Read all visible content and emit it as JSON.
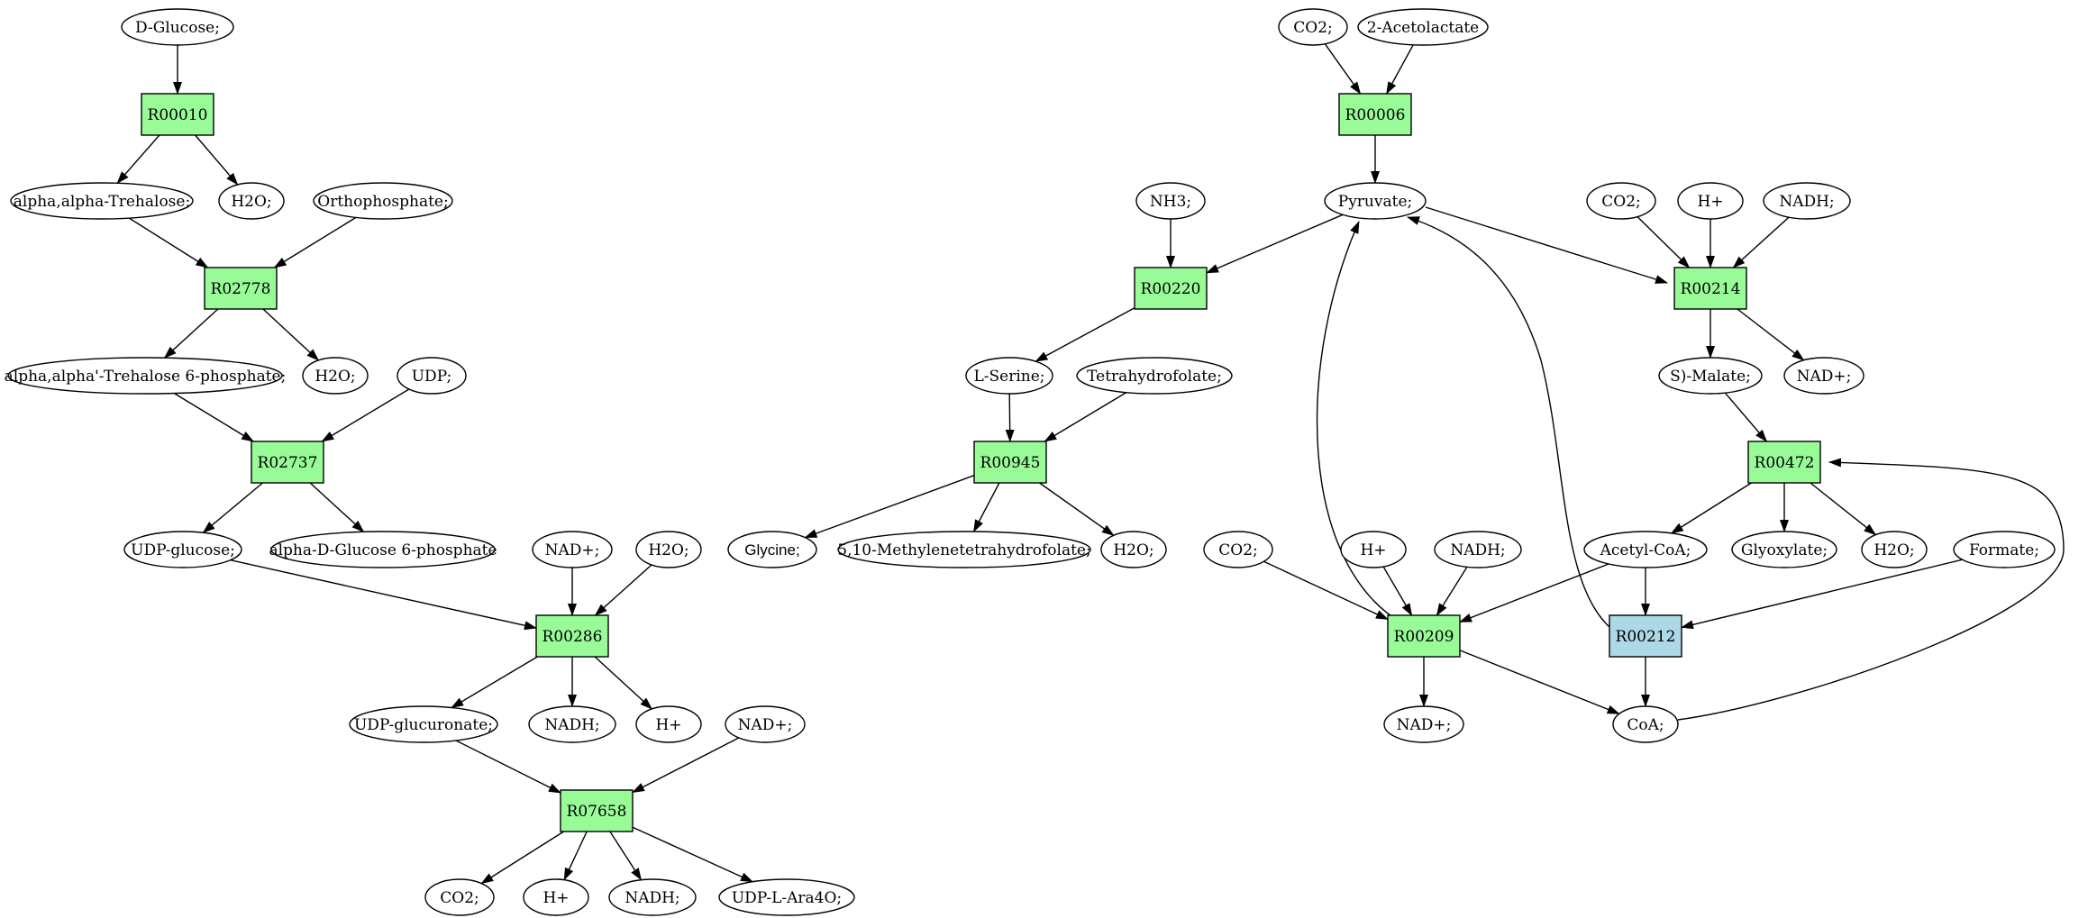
{
  "colors": {
    "reaction": "#98fb98",
    "reaction_alt": "#add8e6",
    "start": "#00ee00",
    "target": "#ffff00",
    "metabolite": "#ffffff"
  },
  "nodes": [
    {
      "id": "glucose",
      "label": "D-Glucose;",
      "shape": "ellipse",
      "fill": "start"
    },
    {
      "id": "r00010",
      "label": "R00010",
      "shape": "box",
      "fill": "reaction"
    },
    {
      "id": "trehalose",
      "label": "alpha,alpha-Trehalose;",
      "shape": "ellipse"
    },
    {
      "id": "h2o_a",
      "label": "H2O;",
      "shape": "ellipse"
    },
    {
      "id": "orthophosphate",
      "label": "Orthophosphate;",
      "shape": "ellipse"
    },
    {
      "id": "r02778",
      "label": "R02778",
      "shape": "box",
      "fill": "reaction"
    },
    {
      "id": "tre6p",
      "label": "alpha,alpha'-Trehalose 6-phosphate;",
      "shape": "ellipse"
    },
    {
      "id": "h2o_b",
      "label": "H2O;",
      "shape": "ellipse"
    },
    {
      "id": "udp",
      "label": "UDP;",
      "shape": "ellipse"
    },
    {
      "id": "r02737",
      "label": "R02737",
      "shape": "box",
      "fill": "reaction"
    },
    {
      "id": "udpglucose",
      "label": "UDP-glucose;",
      "shape": "ellipse"
    },
    {
      "id": "glc6p",
      "label": "alpha-D-Glucose 6-phosphate",
      "shape": "ellipse"
    },
    {
      "id": "nadp_a",
      "label": "NAD+;",
      "shape": "ellipse"
    },
    {
      "id": "h2o_c",
      "label": "H2O;",
      "shape": "ellipse"
    },
    {
      "id": "r00286",
      "label": "R00286",
      "shape": "box",
      "fill": "reaction"
    },
    {
      "id": "udpglucuronate",
      "label": "UDP-glucuronate;",
      "shape": "ellipse"
    },
    {
      "id": "nadh_a",
      "label": "NADH;",
      "shape": "ellipse"
    },
    {
      "id": "hplus_a",
      "label": "H+",
      "shape": "ellipse"
    },
    {
      "id": "nadp_b",
      "label": "NAD+;",
      "shape": "ellipse"
    },
    {
      "id": "r07658",
      "label": "R07658",
      "shape": "box",
      "fill": "reaction"
    },
    {
      "id": "co2_a",
      "label": "CO2;",
      "shape": "ellipse"
    },
    {
      "id": "hplus_b",
      "label": "H+",
      "shape": "ellipse"
    },
    {
      "id": "nadh_b",
      "label": "NADH;",
      "shape": "ellipse"
    },
    {
      "id": "udpara",
      "label": "UDP-L-Ara4O;",
      "shape": "ellipse"
    },
    {
      "id": "co2_b",
      "label": "CO2;",
      "shape": "ellipse"
    },
    {
      "id": "acetolactate",
      "label": "2-Acetolactate",
      "shape": "ellipse"
    },
    {
      "id": "r00006",
      "label": "R00006",
      "shape": "box",
      "fill": "reaction"
    },
    {
      "id": "pyruvate",
      "label": "Pyruvate;",
      "shape": "ellipse"
    },
    {
      "id": "nh3",
      "label": "NH3;",
      "shape": "ellipse"
    },
    {
      "id": "r00220",
      "label": "R00220",
      "shape": "box",
      "fill": "reaction"
    },
    {
      "id": "serine",
      "label": "L-Serine;",
      "shape": "ellipse"
    },
    {
      "id": "thf",
      "label": "Tetrahydrofolate;",
      "shape": "ellipse"
    },
    {
      "id": "r00945",
      "label": "R00945",
      "shape": "box",
      "fill": "reaction"
    },
    {
      "id": "glycine",
      "label": "Glycine;",
      "shape": "ellipse",
      "fill": "target",
      "font": "sans"
    },
    {
      "id": "methylene_thf",
      "label": "5,10-Methylenetetrahydrofolate;",
      "shape": "ellipse"
    },
    {
      "id": "h2o_d",
      "label": "H2O;",
      "shape": "ellipse"
    },
    {
      "id": "co2_c",
      "label": "CO2;",
      "shape": "ellipse"
    },
    {
      "id": "hplus_c",
      "label": "H+",
      "shape": "ellipse"
    },
    {
      "id": "nadh_c",
      "label": "NADH;",
      "shape": "ellipse"
    },
    {
      "id": "r00214",
      "label": "R00214",
      "shape": "box",
      "fill": "reaction"
    },
    {
      "id": "malate",
      "label": "S)-Malate;",
      "shape": "ellipse"
    },
    {
      "id": "nadp_c",
      "label": "NAD+;",
      "shape": "ellipse"
    },
    {
      "id": "r00472",
      "label": "R00472",
      "shape": "box",
      "fill": "reaction"
    },
    {
      "id": "acetylcoa",
      "label": "Acetyl-CoA;",
      "shape": "ellipse"
    },
    {
      "id": "glyoxylate",
      "label": "Glyoxylate;",
      "shape": "ellipse"
    },
    {
      "id": "h2o_e",
      "label": "H2O;",
      "shape": "ellipse"
    },
    {
      "id": "co2_d",
      "label": "CO2;",
      "shape": "ellipse"
    },
    {
      "id": "hplus_d",
      "label": "H+",
      "shape": "ellipse"
    },
    {
      "id": "nadh_d",
      "label": "NADH;",
      "shape": "ellipse"
    },
    {
      "id": "formate",
      "label": "Formate;",
      "shape": "ellipse"
    },
    {
      "id": "r00209",
      "label": "R00209",
      "shape": "box",
      "fill": "reaction"
    },
    {
      "id": "r00212",
      "label": "R00212",
      "shape": "box",
      "fill": "reaction_alt"
    },
    {
      "id": "nadp_d",
      "label": "NAD+;",
      "shape": "ellipse"
    },
    {
      "id": "coa",
      "label": "CoA;",
      "shape": "ellipse"
    }
  ],
  "edges": [
    [
      "glucose",
      "r00010"
    ],
    [
      "r00010",
      "trehalose"
    ],
    [
      "r00010",
      "h2o_a"
    ],
    [
      "trehalose",
      "r02778"
    ],
    [
      "orthophosphate",
      "r02778"
    ],
    [
      "r02778",
      "tre6p"
    ],
    [
      "r02778",
      "h2o_b"
    ],
    [
      "tre6p",
      "r02737"
    ],
    [
      "udp",
      "r02737"
    ],
    [
      "r02737",
      "udpglucose"
    ],
    [
      "r02737",
      "glc6p"
    ],
    [
      "udpglucose",
      "r00286"
    ],
    [
      "nadp_a",
      "r00286"
    ],
    [
      "h2o_c",
      "r00286"
    ],
    [
      "r00286",
      "udpglucuronate"
    ],
    [
      "r00286",
      "nadh_a"
    ],
    [
      "r00286",
      "hplus_a"
    ],
    [
      "udpglucuronate",
      "r07658"
    ],
    [
      "nadp_b",
      "r07658"
    ],
    [
      "r07658",
      "co2_a"
    ],
    [
      "r07658",
      "hplus_b"
    ],
    [
      "r07658",
      "nadh_b"
    ],
    [
      "r07658",
      "udpara"
    ],
    [
      "co2_b",
      "r00006"
    ],
    [
      "acetolactate",
      "r00006"
    ],
    [
      "r00006",
      "pyruvate"
    ],
    [
      "pyruvate",
      "r00220"
    ],
    [
      "nh3",
      "r00220"
    ],
    [
      "r00220",
      "serine"
    ],
    [
      "serine",
      "r00945"
    ],
    [
      "thf",
      "r00945"
    ],
    [
      "r00945",
      "glycine"
    ],
    [
      "r00945",
      "methylene_thf"
    ],
    [
      "r00945",
      "h2o_d"
    ],
    [
      "pyruvate",
      "r00214"
    ],
    [
      "co2_c",
      "r00214"
    ],
    [
      "hplus_c",
      "r00214"
    ],
    [
      "nadh_c",
      "r00214"
    ],
    [
      "r00214",
      "malate"
    ],
    [
      "r00214",
      "nadp_c"
    ],
    [
      "malate",
      "r00472"
    ],
    [
      "coa",
      "r00472"
    ],
    [
      "r00472",
      "acetylcoa"
    ],
    [
      "r00472",
      "glyoxylate"
    ],
    [
      "r00472",
      "h2o_e"
    ],
    [
      "co2_d",
      "r00209"
    ],
    [
      "hplus_d",
      "r00209"
    ],
    [
      "nadh_d",
      "r00209"
    ],
    [
      "acetylcoa",
      "r00209"
    ],
    [
      "r00209",
      "pyruvate"
    ],
    [
      "r00209",
      "nadp_d"
    ],
    [
      "r00209",
      "coa"
    ],
    [
      "acetylcoa",
      "r00212"
    ],
    [
      "formate",
      "r00212"
    ],
    [
      "r00212",
      "pyruvate"
    ],
    [
      "r00212",
      "coa"
    ]
  ]
}
